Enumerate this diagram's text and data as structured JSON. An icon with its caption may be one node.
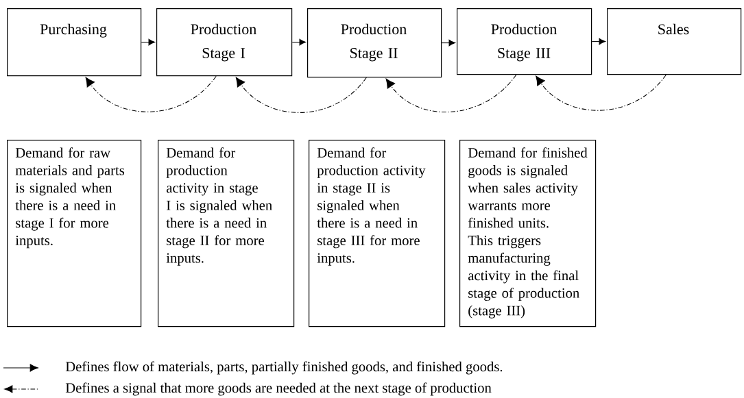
{
  "diagram": {
    "nodes": [
      {
        "text": [
          "Purchasing"
        ]
      },
      {
        "text": [
          "Production Stage I"
        ]
      },
      {
        "text": [
          "Production Stage II"
        ]
      },
      {
        "text": [
          "Production Stage III"
        ]
      },
      {
        "text": [
          "Sales"
        ]
      },
      {
        "text": [
          "Demand for raw materials and parts is signaled when there is a need in stage I for more inputs."
        ]
      },
      {
        "text": [
          "Demand for production activity in stage I is signaled when there is a need in stage II for more inputs."
        ]
      },
      {
        "text": [
          "Demand for production activity in stage II is signaled when there is a need in stage III for more inputs."
        ]
      },
      {
        "text": [
          "Demand for finished goods is signaled when sales activity warrants more finished units. This triggers manufacturing activity in the final stage of production (stage III)"
        ]
      }
    ],
    "edges": [
      {
        "from": 0,
        "to": 1,
        "arrow": "to"
      },
      {
        "from": 1,
        "to": 2,
        "arrow": "to"
      },
      {
        "from": 2,
        "to": 3,
        "arrow": "to"
      },
      {
        "from": 3,
        "to": 4,
        "arrow": "to"
      },
      {
        "from": 1,
        "to": 0,
        "arrow": "to",
        "style": "dashed"
      },
      {
        "from": 2,
        "to": 1,
        "arrow": "to",
        "style": "dashed"
      },
      {
        "from": 3,
        "to": 2,
        "arrow": "to",
        "style": "dashed"
      },
      {
        "from": 4,
        "to": 3,
        "arrow": "to",
        "style": "dashed"
      }
    ],
    "legend": [
      {
        "text": "Defines flow of materials, parts, partially finished goods, and finished goods."
      },
      {
        "text": "Defines a signal that more goods are needed at the next stage of production"
      }
    ]
  }
}
